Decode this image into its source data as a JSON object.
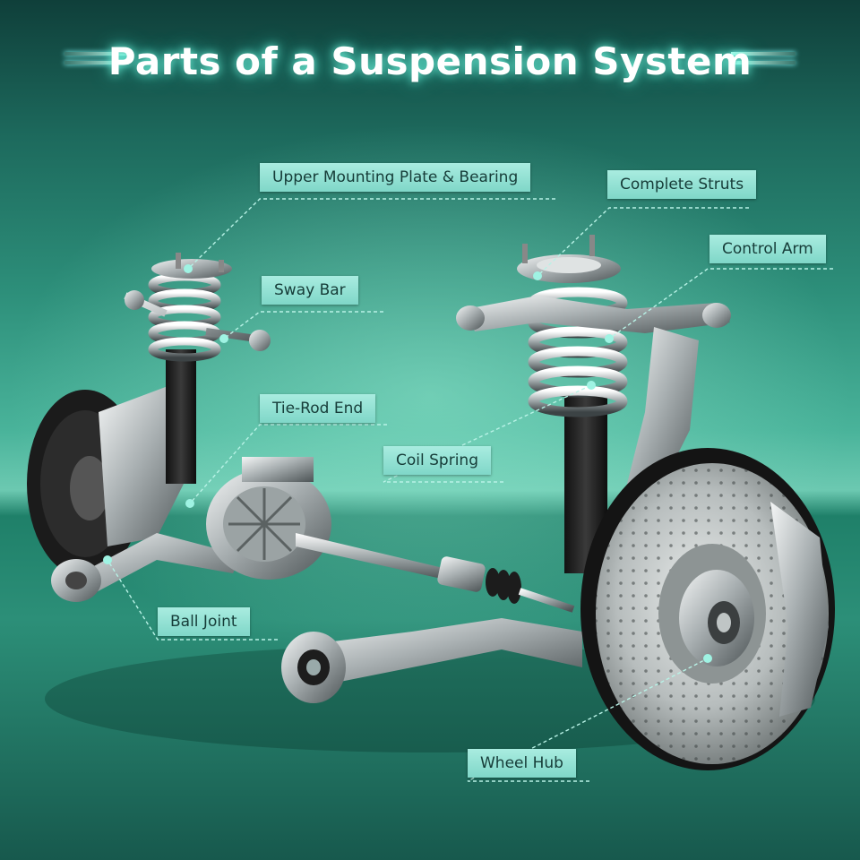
{
  "title": "Parts of a Suspension System",
  "labels": {
    "upper_mounting": "Upper Mounting Plate & Bearing",
    "complete_struts": "Complete Struts",
    "control_arm": "Control Arm",
    "sway_bar": "Sway Bar",
    "tie_rod_end": "Tie-Rod End",
    "coil_spring": "Coil Spring",
    "ball_joint": "Ball Joint",
    "wheel_hub": "Wheel Hub"
  },
  "colors": {
    "label_bg": "#8fdfd0",
    "label_text": "#163c38",
    "leader_line": "#b8f2e6",
    "background_dark": "#0f3f3a",
    "background_light": "#6cc9b1"
  }
}
